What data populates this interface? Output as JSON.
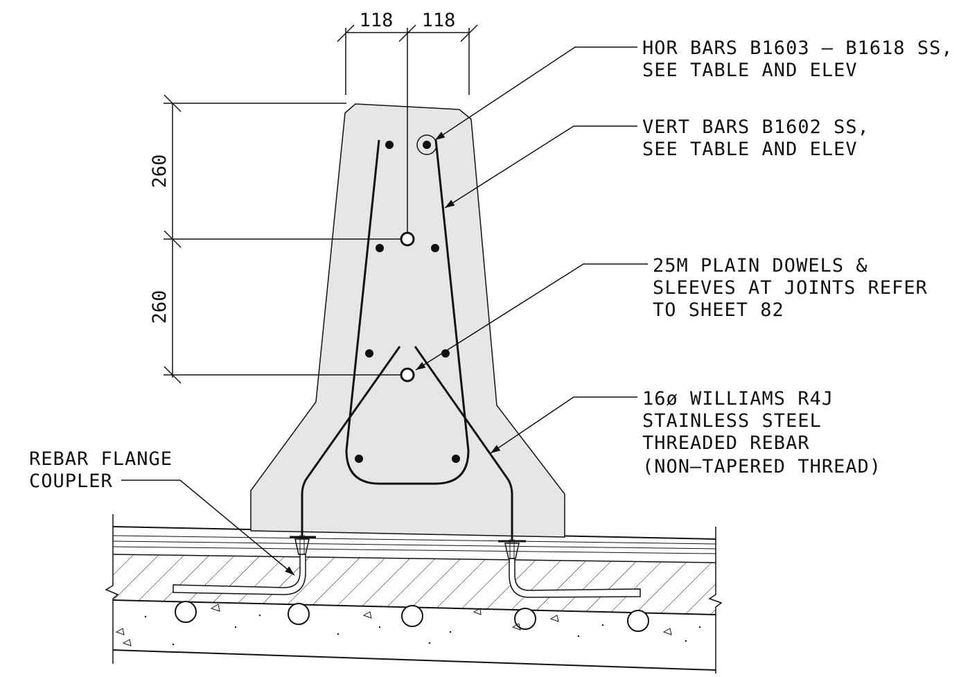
{
  "colors": {
    "line": "#111111",
    "concrete_fill": "#e6e6e6",
    "background": "#ffffff"
  },
  "dimensions": {
    "top_left": "118",
    "top_right": "118",
    "side_upper": "260",
    "side_lower": "260"
  },
  "callouts": {
    "hor_bars": {
      "line1": "HOR BARS B1603 – B1618 SS,",
      "line2": "SEE TABLE AND ELEV"
    },
    "vert_bars": {
      "line1": "VERT BARS B1602 SS,",
      "line2": "SEE TABLE AND ELEV"
    },
    "dowels": {
      "line1": "25M PLAIN DOWELS &",
      "line2": "SLEEVES AT JOINTS REFER",
      "line3": "TO SHEET 82"
    },
    "williams": {
      "line1": "16ø WILLIAMS R4J",
      "line2": "STAINLESS STEEL",
      "line3": "THREADED REBAR",
      "line4": "(NON–TAPERED THREAD)"
    },
    "coupler": {
      "line1": "REBAR FLANGE",
      "line2": "COUPLER"
    }
  }
}
